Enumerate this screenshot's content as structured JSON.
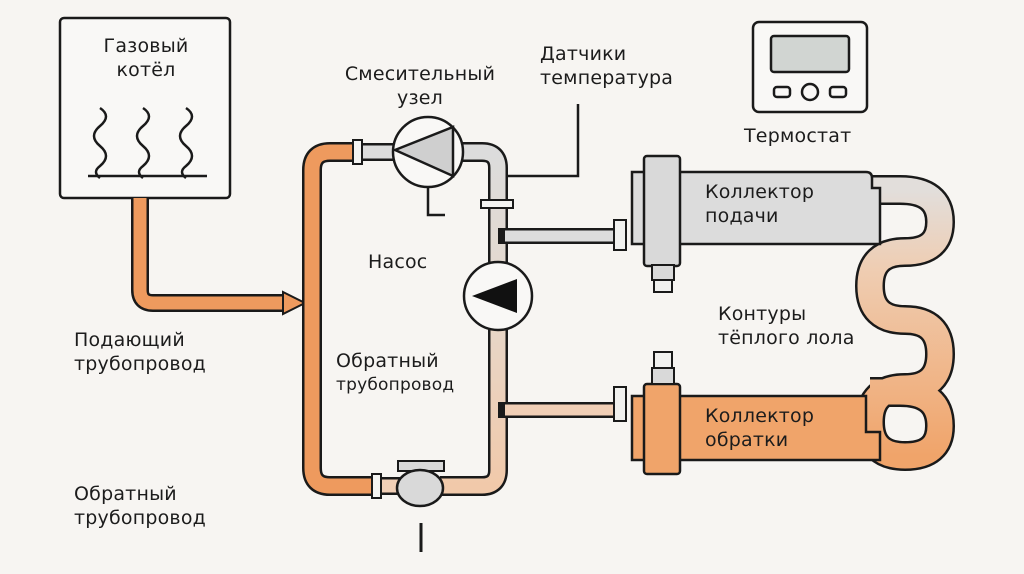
{
  "title": "Схема подключения тёплого пола с газовым котлом",
  "colors": {
    "background": "#f7f5f2",
    "supply_pipe": "#ee9a5e",
    "return_pipe_light": "#f1d2bb",
    "neutral_pipe": "#dcdcdc",
    "outline": "#1a1a1a",
    "thermostat_screen": "#d1d5d2"
  },
  "labels": {
    "boiler": [
      "Газовый",
      "котёл"
    ],
    "mixing_unit": [
      "Смесительный",
      "узел"
    ],
    "temp_sensors": [
      "Датчики",
      "температура"
    ],
    "thermostat": [
      "Термостат"
    ],
    "pump": [
      "Насос"
    ],
    "supply_collector": [
      "Коллектор",
      "подачи"
    ],
    "floor_circuits": [
      "Контуры",
      "тёплого лола"
    ],
    "return_collector": [
      "Коллектор",
      "обратки"
    ],
    "supply_pipeline": [
      "Подающий",
      "трубопровод"
    ],
    "return_pipeline_center": [
      "Обратный",
      "трубопровод"
    ],
    "return_pipeline_bottom": [
      "Обратный",
      "трубопровод"
    ]
  },
  "icons": {
    "boiler_flames": "wavy-flame-icon",
    "mixing_valve": "three-way-valve-icon",
    "pump": "circulation-pump-icon",
    "thermostat": "thermostat-icon",
    "bottom_valve": "ball-valve-icon"
  }
}
